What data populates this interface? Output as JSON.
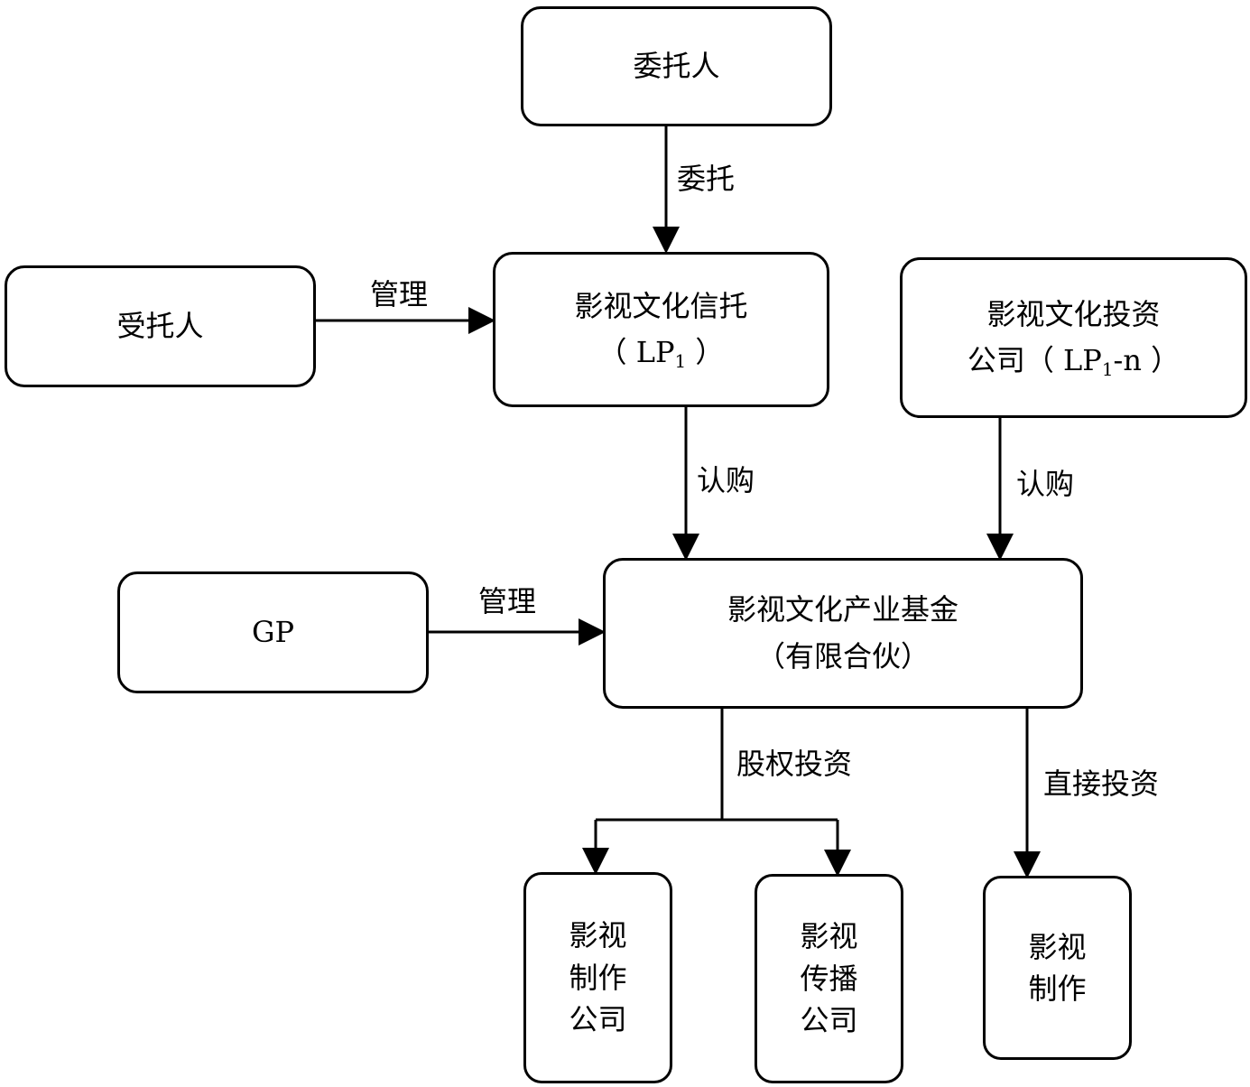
{
  "nodes": {
    "settlor": "委托人",
    "trustee": "受托人",
    "trust": {
      "line1": "影视文化信托",
      "lp_open": "（ LP",
      "lp_sub": "1",
      "lp_close": " ）"
    },
    "invest_co": {
      "line1": "影视文化投资",
      "line2_pre": "公司（ LP",
      "lp_sub": "1",
      "line2_post": "-n ）"
    },
    "gp": "GP",
    "fund": {
      "line1": "影视文化产业基金",
      "line2": "（有限合伙）"
    },
    "production_co": [
      "影视",
      "制作",
      "公司"
    ],
    "distribution_co": [
      "影视",
      "传播",
      "公司"
    ],
    "production": [
      "影视",
      "制作"
    ]
  },
  "edges": {
    "entrust": "委托",
    "manage_trust": "管理",
    "subscribe_trust": "认购",
    "subscribe_invest": "认购",
    "manage_fund": "管理",
    "equity_investment": "股权投资",
    "direct_investment": "直接投资"
  }
}
